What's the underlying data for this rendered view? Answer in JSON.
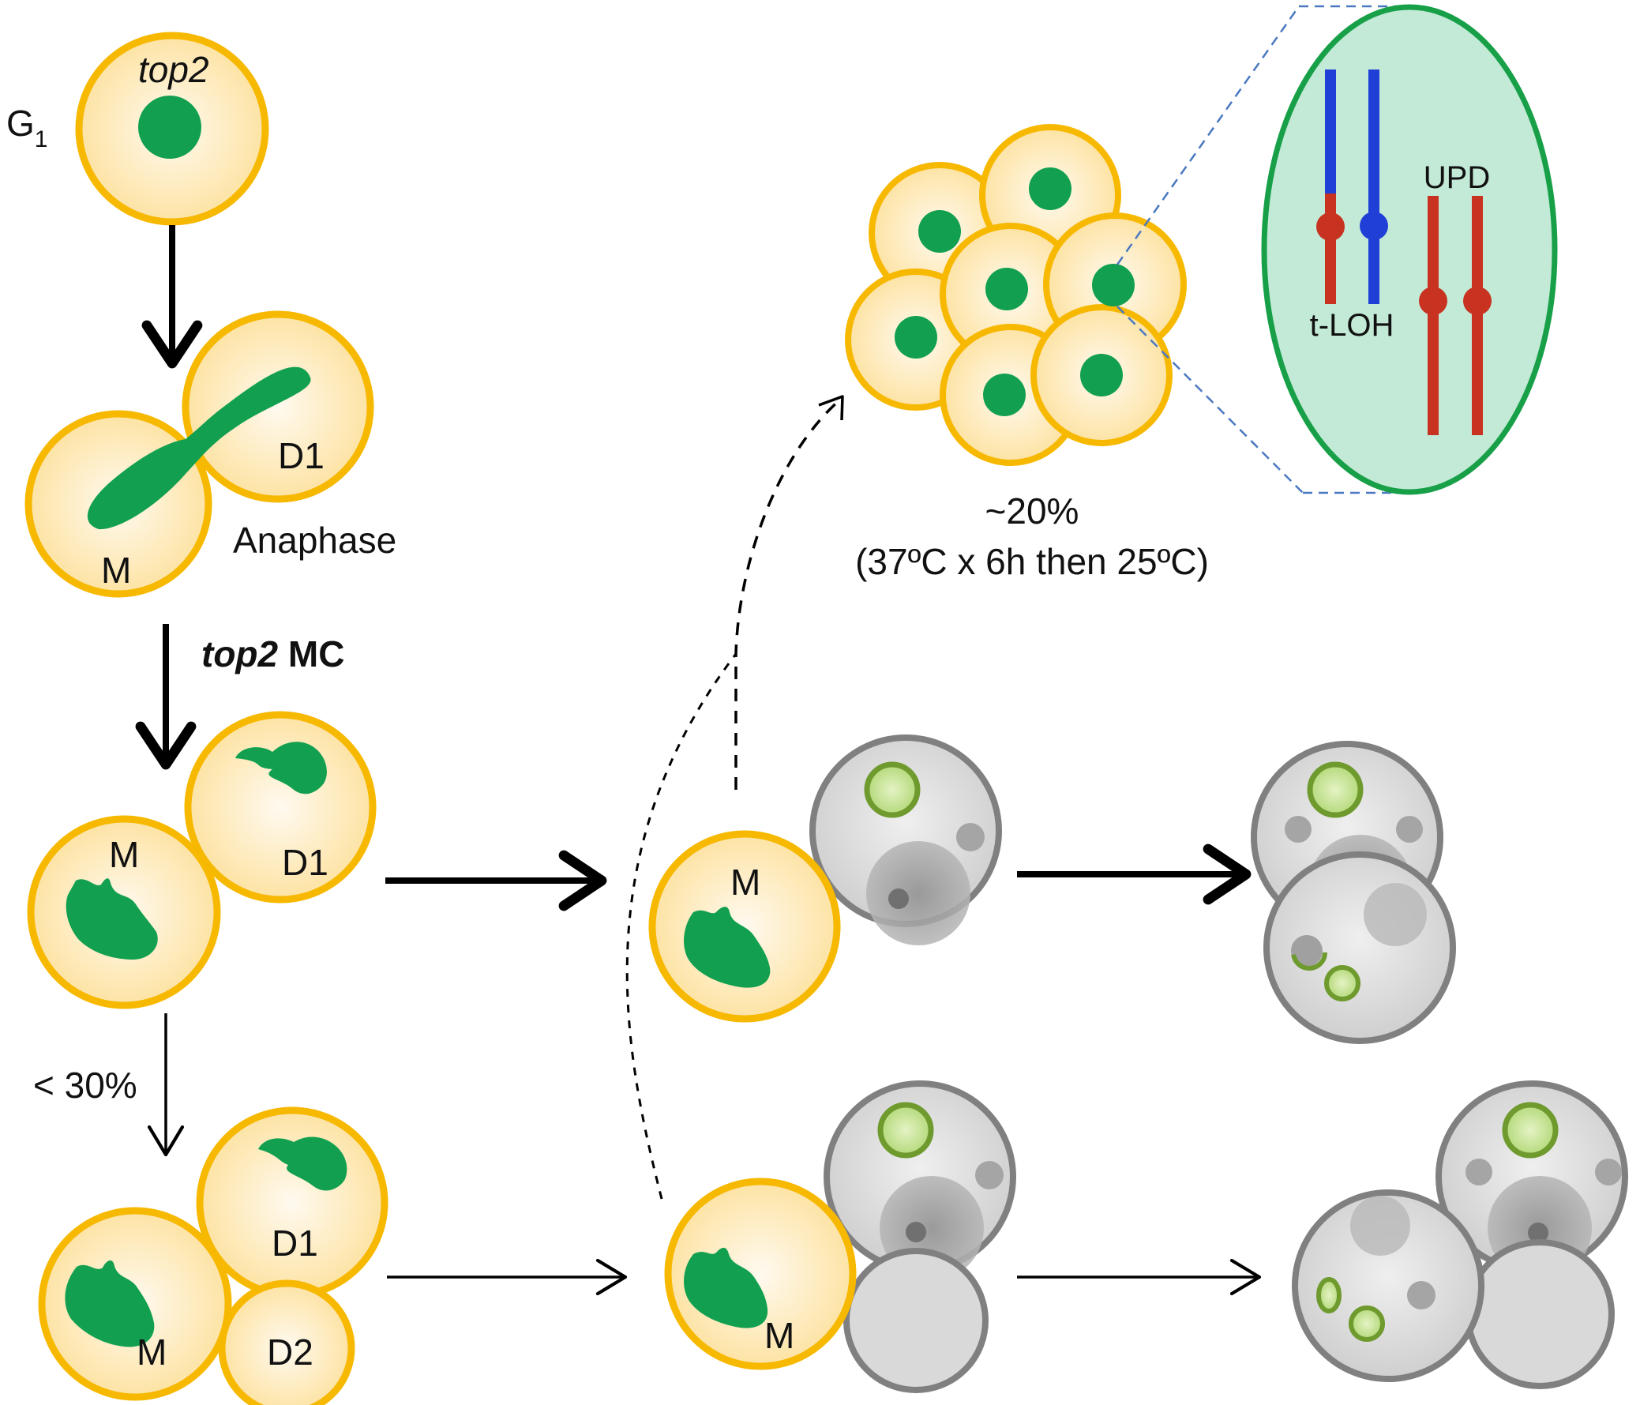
{
  "labels": {
    "g1_main": "G",
    "g1_sub": "1",
    "top2_gene": "top2",
    "anaphase": "Anaphase",
    "top2_mc_gene": "top2",
    "top2_mc_suffix": " MC",
    "pct_lt30": "< 30%",
    "pct_20": "~20%",
    "condition": "(37ºC x 6h then 25ºC)",
    "upd": "UPD",
    "tloh": "t-LOH",
    "m": "M",
    "d1": "D1",
    "d2": "D2"
  },
  "colors": {
    "cell_fill": "#fde8b0",
    "cell_edge": "#f7b800",
    "nucleus": "#12a050",
    "nucleus_dark": "#0b8a40",
    "dead_fill": "#d6d6d6",
    "dead_edge": "#808080",
    "vacuole": "#a8a8a8",
    "oval_fill": "#c2ead6",
    "oval_edge": "#18a048",
    "chr_blue": "#1f3fd6",
    "chr_red": "#c83221",
    "vesicle_fill": "#c8e69a",
    "vesicle_edge": "#6e9a2e",
    "zoom_line": "#4a78c0"
  }
}
